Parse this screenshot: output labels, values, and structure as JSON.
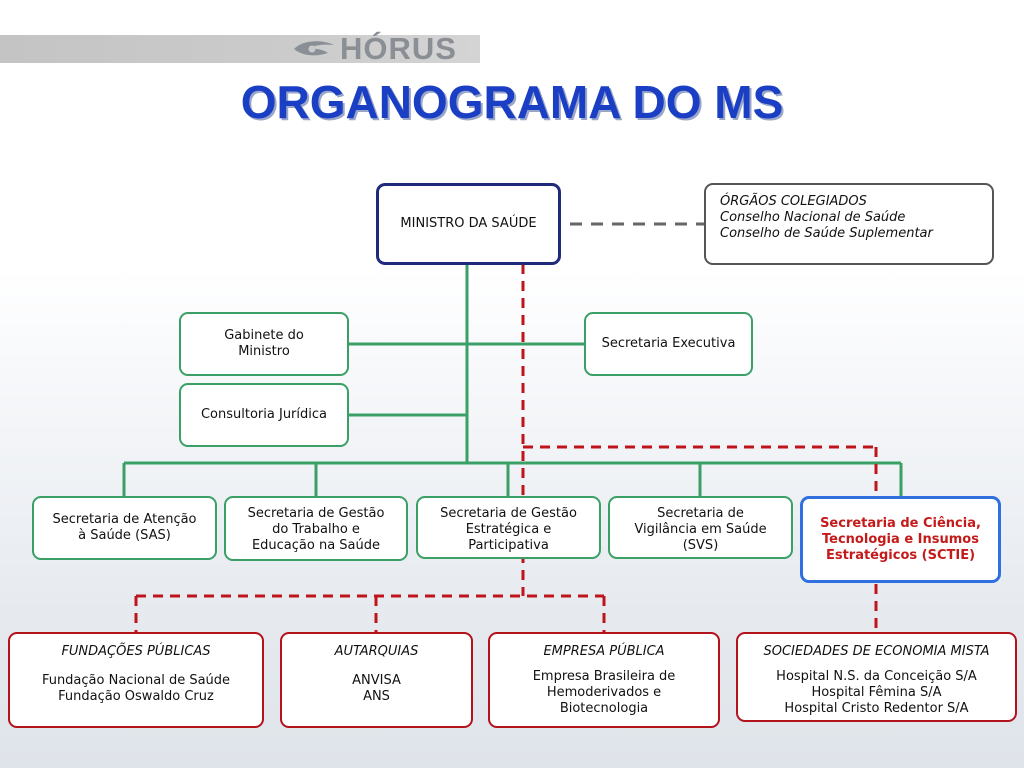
{
  "logo": {
    "text": "HÓRUS"
  },
  "title": "ORGANOGRAMA DO MS",
  "colors": {
    "title": "#1a3fc4",
    "green_line": "#3aa066",
    "red_dash": "#c0141c",
    "grey_dash": "#666666",
    "sctie_text": "#c41a1a"
  },
  "ministro": "MINISTRO DA SAÚDE",
  "orgaos": {
    "header": "ÓRGÃOS COLEGIADOS",
    "items": [
      "Conselho Nacional de Saúde",
      "Conselho de Saúde Suplementar"
    ]
  },
  "gabinete": [
    "Gabinete do",
    "Ministro"
  ],
  "consultoria": "Consultoria Jurídica",
  "executiva": "Secretaria Executiva",
  "secretarias": {
    "sas": [
      "Secretaria de Atenção",
      "à Saúde (SAS)"
    ],
    "sgtes": [
      "Secretaria de Gestão",
      "do Trabalho e",
      "Educação na Saúde"
    ],
    "sgep": [
      "Secretaria de Gestão",
      "Estratégica e",
      "Participativa"
    ],
    "svs": [
      "Secretaria de",
      "Vigilância em Saúde",
      "(SVS)"
    ],
    "sctie": [
      "Secretaria de Ciência,",
      "Tecnologia e Insumos",
      "Estratégicos (SCTIE)"
    ]
  },
  "entidades": {
    "fundacoes": {
      "header": "FUNDAÇÕES PÚBLICAS",
      "items": [
        "Fundação Nacional de Saúde",
        "Fundação Oswaldo Cruz"
      ]
    },
    "autarquias": {
      "header": "AUTARQUIAS",
      "items": [
        "ANVISA",
        "ANS"
      ]
    },
    "empresa": {
      "header": "EMPRESA PÚBLICA",
      "items": [
        "Empresa Brasileira de",
        "Hemoderivados e",
        "Biotecnologia"
      ]
    },
    "sociedades": {
      "header": "SOCIEDADES DE ECONOMIA MISTA",
      "items": [
        "Hospital N.S. da Conceição S/A",
        "Hospital Fêmina S/A",
        "Hospital Cristo Redentor S/A"
      ]
    }
  }
}
